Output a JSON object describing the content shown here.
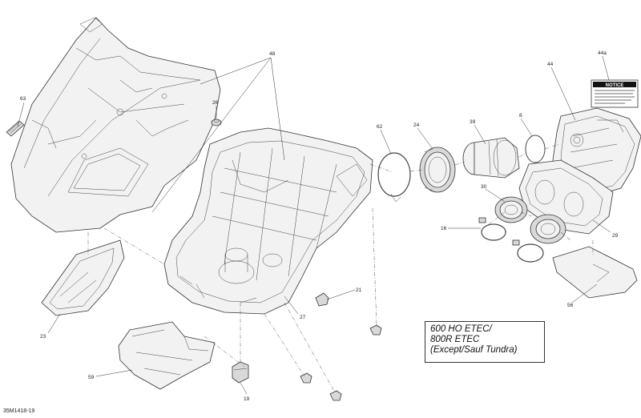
{
  "drawing_id": "35M1418-19",
  "variant_note": {
    "line1": "600 HO ETEC/",
    "line2": "800R ETEC",
    "line3": "(Except/Sauf Tundra)"
  },
  "notice_label": {
    "title": "NOTICE"
  },
  "callouts": {
    "c63": "63",
    "c48": "48",
    "c26": "26",
    "c62": "62",
    "c24": "24",
    "c39": "39",
    "c8": "8",
    "c44": "44",
    "c44a": "44a",
    "c30": "30",
    "c16": "16",
    "c29": "29",
    "c56": "56",
    "c21": "21",
    "c27": "27",
    "c23": "23",
    "c59": "59",
    "c19": "19"
  }
}
